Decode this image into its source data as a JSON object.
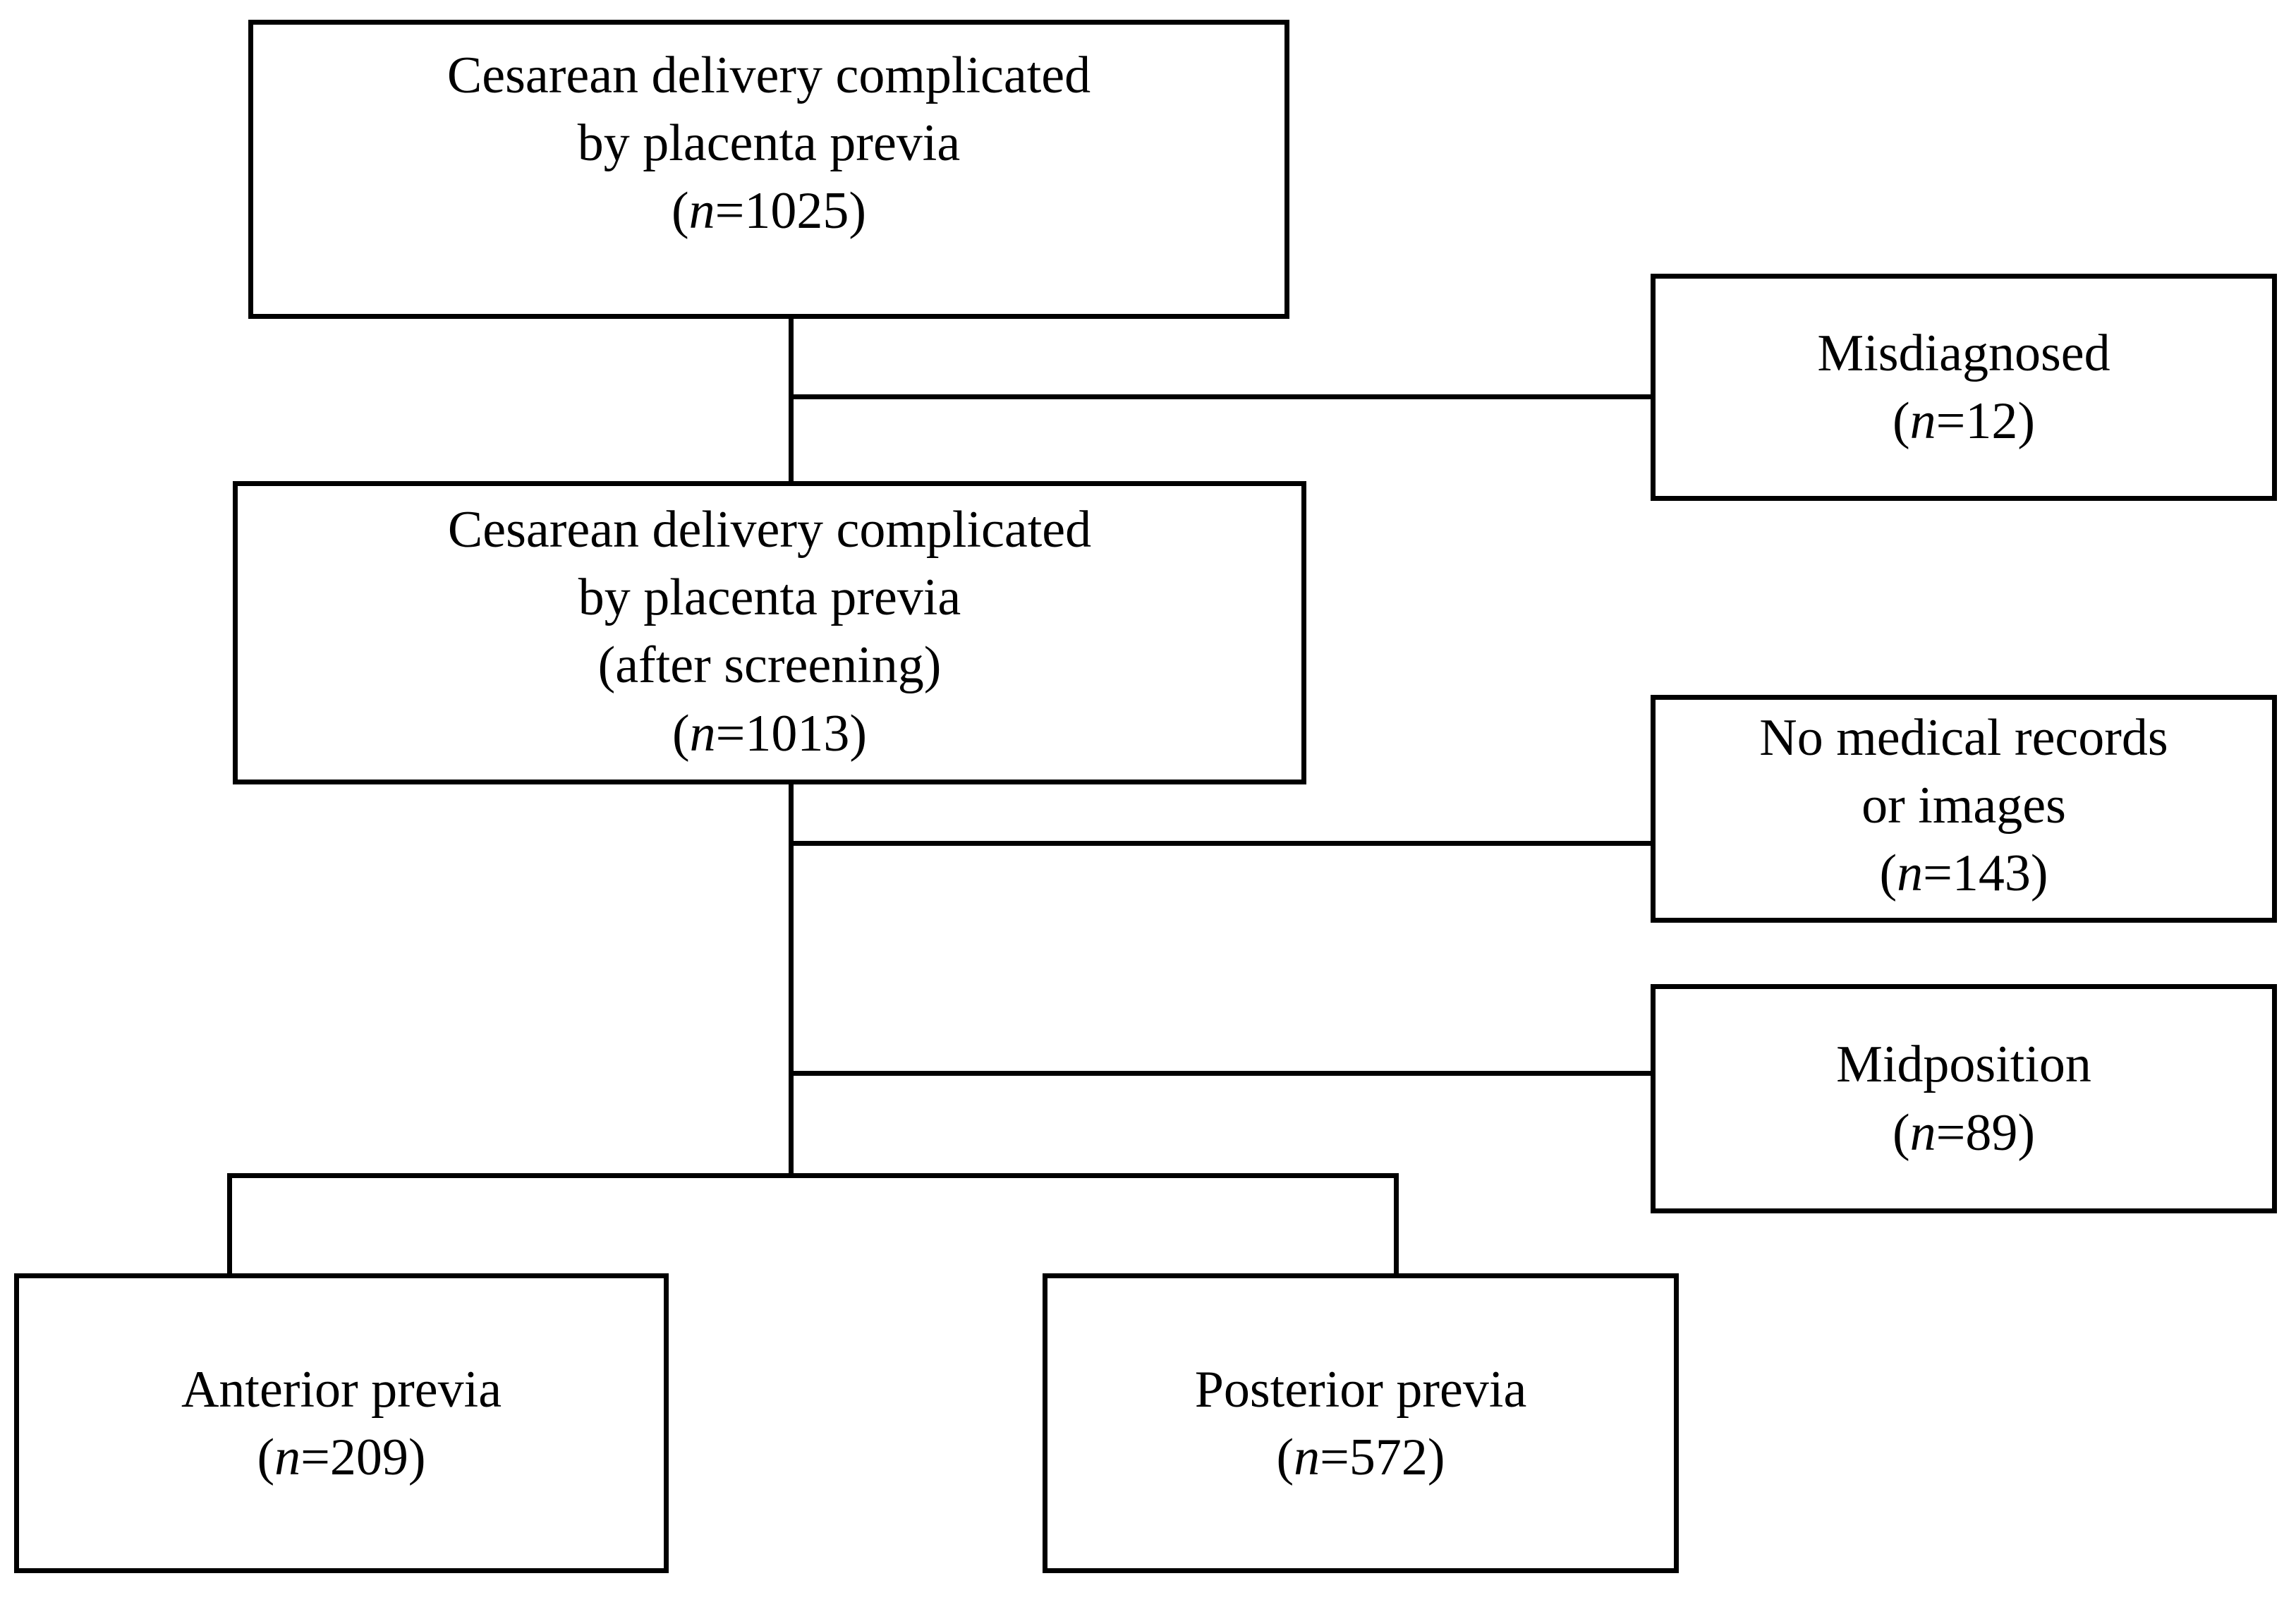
{
  "diagram": {
    "type": "study-flow-diagram",
    "title": "Cesarean delivery complicated by placenta previa patient flow",
    "line_color": "#000000",
    "box_border_color": "#000000",
    "background_color": "#ffffff",
    "text_color": "#000000"
  },
  "nodes": {
    "source_cohort": {
      "id": "source-cohort",
      "line1": "Cesarean delivery complicated",
      "line2": "by placenta previa",
      "n_prefix": "(",
      "n_italic": "n",
      "n_value": "=1025)",
      "n_label": "(n=1025)",
      "count": 1025
    },
    "misdiagnosed": {
      "id": "misdiagnosed",
      "line1": "Misdiagnosed",
      "n_prefix": "(",
      "n_italic": "n",
      "n_value": "=12)",
      "n_label": "(n=12)",
      "count": 12
    },
    "screened_cohort": {
      "id": "screened-cohort",
      "line1": "Cesarean delivery complicated",
      "line2": "by placenta previa",
      "line3": "(after screening)",
      "n_prefix": "(",
      "n_italic": "n",
      "n_value": "=1013)",
      "n_label": "(n=1013)",
      "count": 1013
    },
    "no_records": {
      "id": "no-medical-records",
      "line1": "No medical records",
      "line2": "or images",
      "n_prefix": "(",
      "n_italic": "n",
      "n_value": "=143)",
      "n_label": "(n=143)",
      "count": 143
    },
    "midposition": {
      "id": "midposition",
      "line1": "Midposition",
      "n_prefix": "(",
      "n_italic": "n",
      "n_value": "=89)",
      "n_label": "(n=89)",
      "count": 89
    },
    "anterior": {
      "id": "anterior-previa",
      "line1": "Anterior previa",
      "n_prefix": "(",
      "n_italic": "n",
      "n_value": "=209)",
      "n_label": "(n=209)",
      "count": 209
    },
    "posterior": {
      "id": "posterior-previa",
      "line1": "Posterior previa",
      "n_prefix": "(",
      "n_italic": "n",
      "n_value": "=572)",
      "n_label": "(n=572)",
      "count": 572
    }
  },
  "edges": [
    {
      "from": "source_cohort",
      "to": "misdiagnosed",
      "kind": "exclusion"
    },
    {
      "from": "source_cohort",
      "to": "screened_cohort",
      "kind": "flow"
    },
    {
      "from": "screened_cohort",
      "to": "no_records",
      "kind": "exclusion"
    },
    {
      "from": "screened_cohort",
      "to": "midposition",
      "kind": "exclusion"
    },
    {
      "from": "screened_cohort",
      "to": "anterior",
      "kind": "split"
    },
    {
      "from": "screened_cohort",
      "to": "posterior",
      "kind": "split"
    }
  ]
}
